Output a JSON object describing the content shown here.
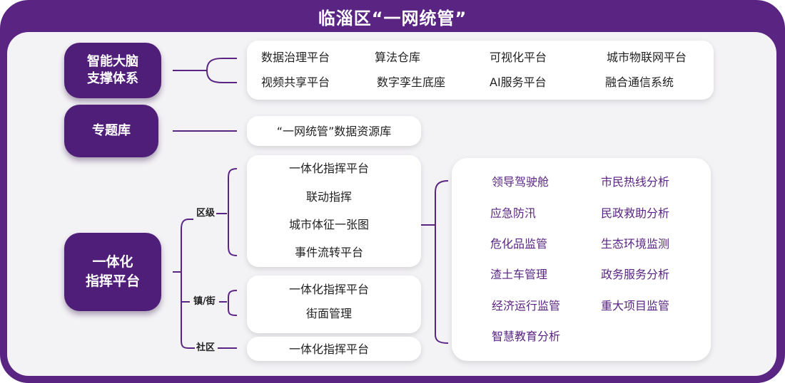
{
  "title": "临淄区“一网统管”",
  "categories": {
    "brain": [
      "智能大脑",
      "支撑体系"
    ],
    "topic": "专题库",
    "command": [
      "一体化",
      "指挥平台"
    ]
  },
  "platforms": [
    "数据治理平台",
    "算法仓库",
    "可视化平台",
    "城市物联网平台",
    "视频共享平台",
    "数字孪生底座",
    "AI服务平台",
    "融合通信系统"
  ],
  "topic_library": "“一网统管”数据资源库",
  "levels": {
    "district": "区级",
    "town": "镇/街",
    "community": "社区"
  },
  "district_items": [
    "一体化指挥平台",
    "联动指挥",
    "城市体征一张图",
    "事件流转平台"
  ],
  "town_items": [
    "一体化指挥平台",
    "街面管理"
  ],
  "community_items": [
    "一体化指挥平台"
  ],
  "applications": [
    "领导驾驶舱",
    "市民热线分析",
    "应急防汛",
    "民政救助分析",
    "危化品监管",
    "生态环境监测",
    "渣土车管理",
    "政务服务分析",
    "经济运行监管",
    "重大项目监管",
    "智慧教育分析"
  ],
  "colors": {
    "frame": "#5a2582",
    "panel": "#f3f2f5",
    "pill": "#4f1e78",
    "accent_text": "#5a2582"
  }
}
